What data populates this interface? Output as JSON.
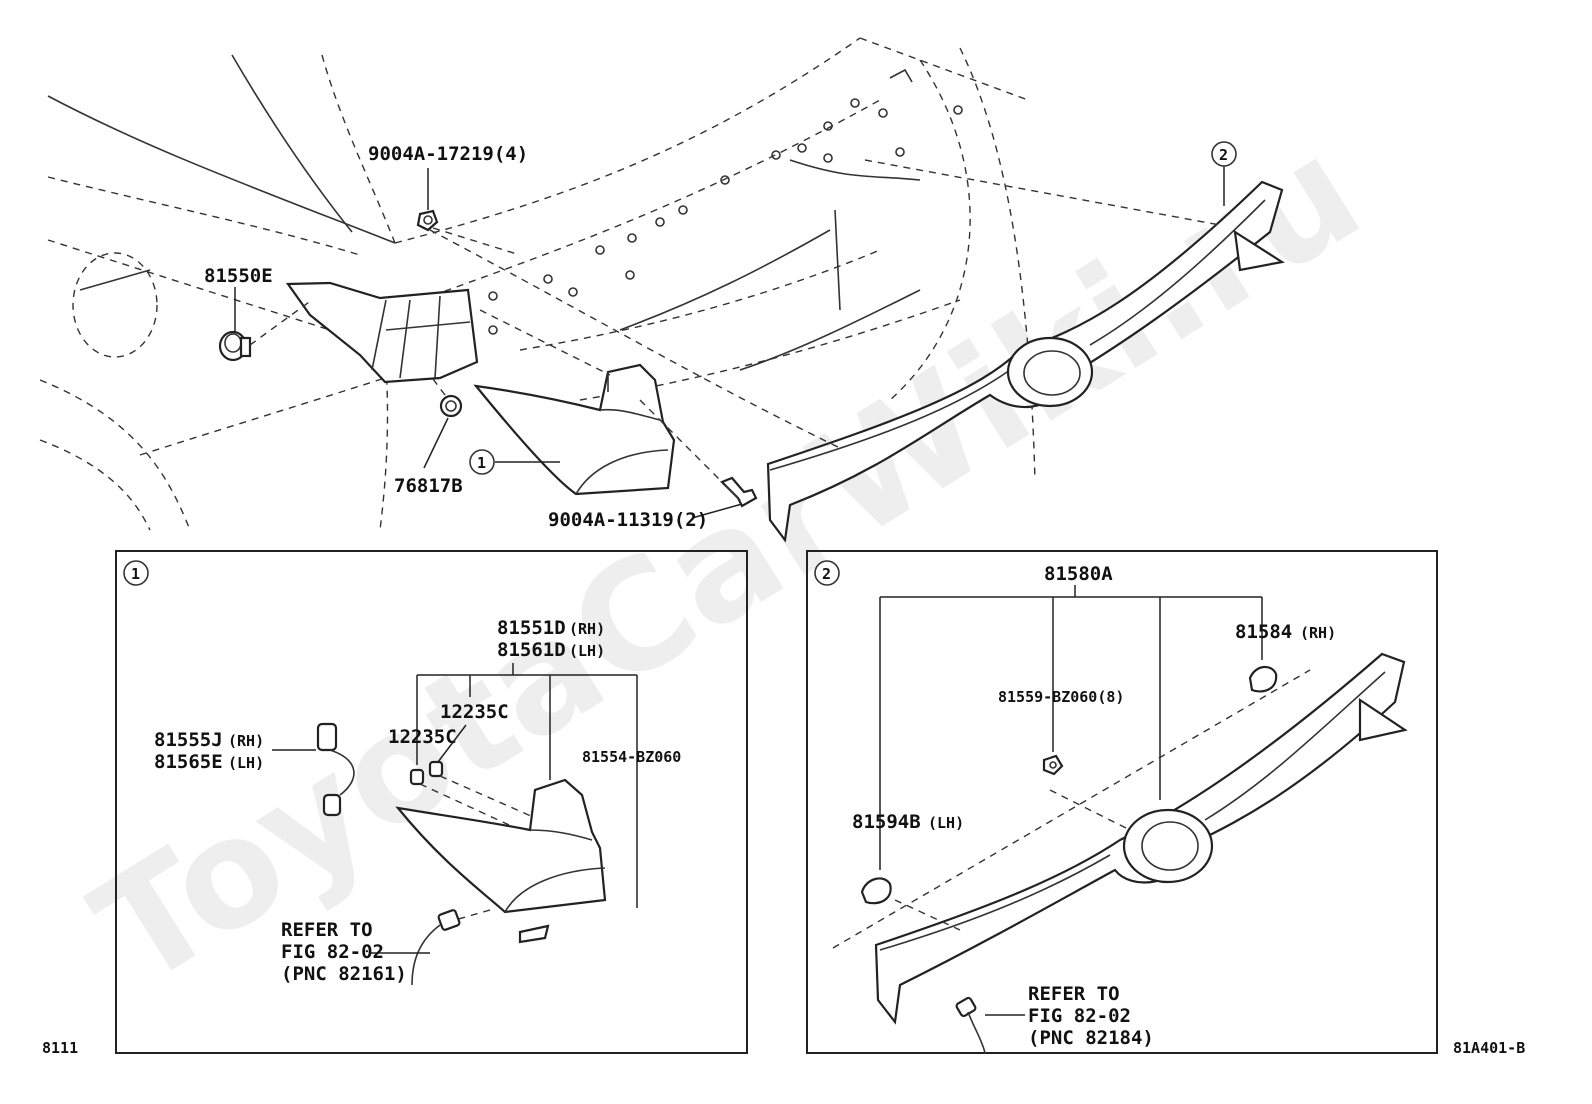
{
  "watermark": "ToyotaCarWiki.ru",
  "figure_code": "8111",
  "illustration_code": "81A401-B",
  "top_labels": {
    "clip_upper": "9004A-17219(4)",
    "grommet": "81550E",
    "clip_lower": "76817B",
    "screw": "9004A-11319(2)"
  },
  "callouts": {
    "one": "1",
    "two": "2"
  },
  "panel1": {
    "marker": "1",
    "lamp_rh": "81551D",
    "lamp_rh_side": "(RH)",
    "lamp_lh": "81561D",
    "lamp_lh_side": "(LH)",
    "socket_rh": "81555J",
    "socket_rh_side": "(RH)",
    "socket_lh": "81565E",
    "socket_lh_side": "(LH)",
    "bulb_a": "12235C",
    "bulb_b": "12235C",
    "gasket": "81554-BZ060",
    "refer_line1": "REFER TO",
    "refer_line2": "FIG 82-02",
    "refer_line3": "(PNC 82161)"
  },
  "panel2": {
    "marker": "2",
    "assy": "81580A",
    "lens_rh": "81584",
    "lens_rh_side": "(RH)",
    "nut": "81559-BZ060(8)",
    "lens_lh": "81594B",
    "lens_lh_side": "(LH)",
    "refer_line1": "REFER TO",
    "refer_line2": "FIG 82-02",
    "refer_line3": "(PNC 82184)"
  }
}
